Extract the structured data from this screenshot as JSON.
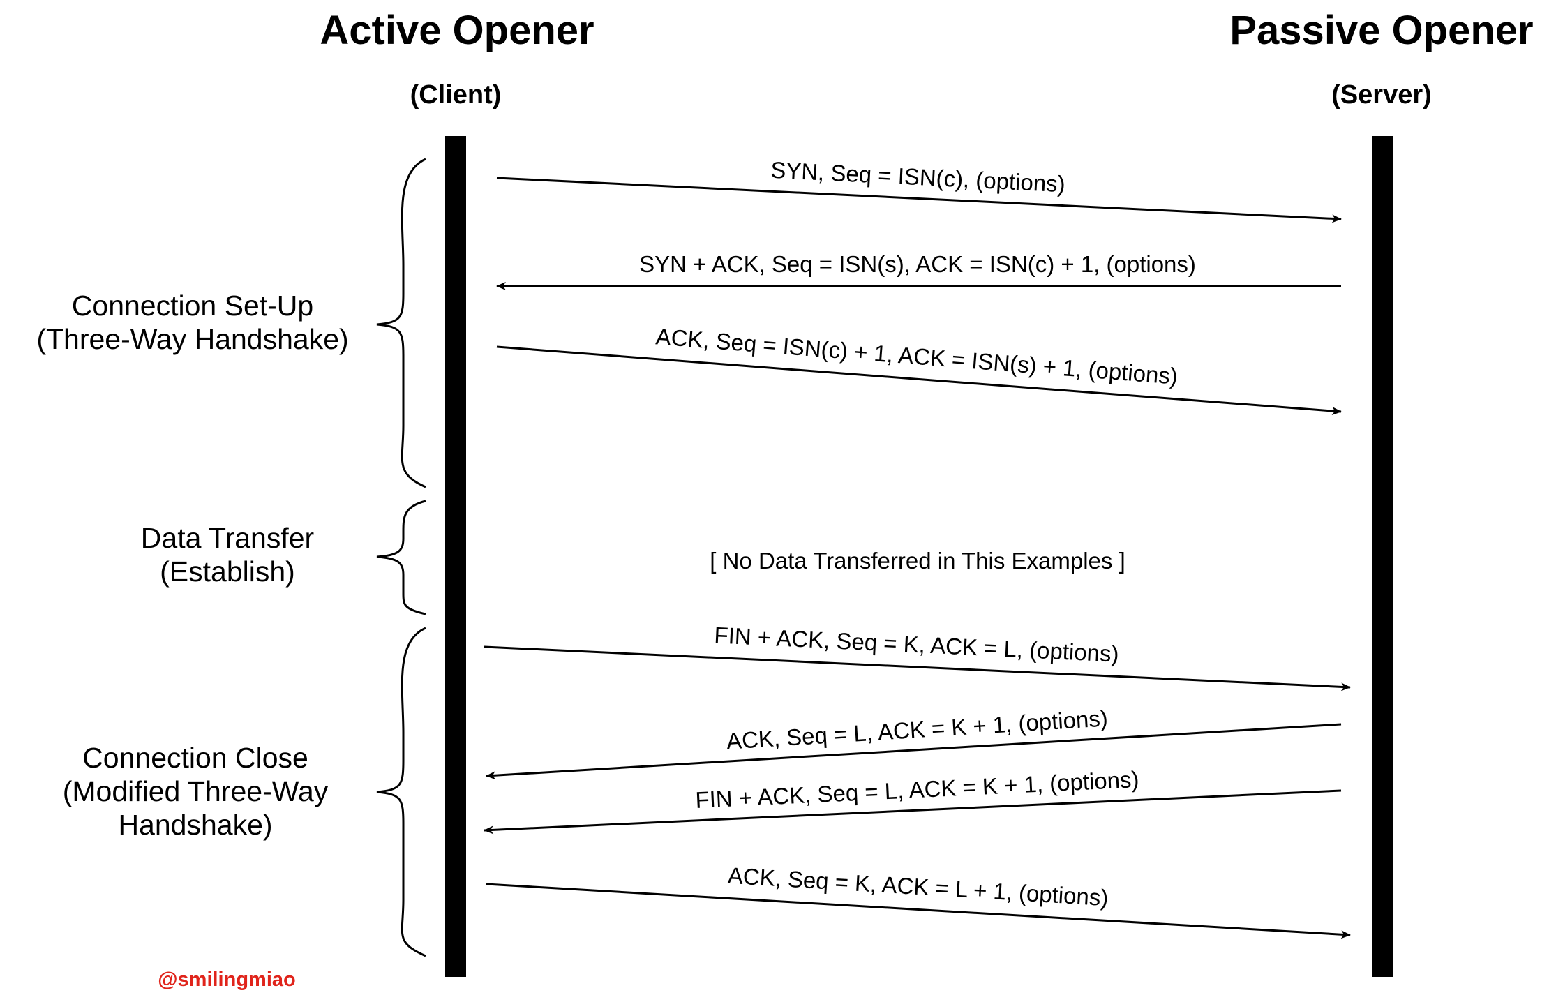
{
  "client": {
    "title": "Active Opener",
    "subtitle": "(Client)"
  },
  "server": {
    "title": "Passive Opener",
    "subtitle": "(Server)"
  },
  "phases": {
    "setup": {
      "line1": "Connection Set-Up",
      "line2": "(Three-Way Handshake)"
    },
    "transfer": {
      "line1": "Data Transfer",
      "line2": "(Establish)"
    },
    "close": {
      "line1": "Connection Close",
      "line2": "(Modified Three-Way",
      "line3": "Handshake)"
    }
  },
  "messages": {
    "syn": "SYN, Seq = ISN(c), (options)",
    "syn_ack": "SYN + ACK, Seq = ISN(s), ACK = ISN(c) + 1, (options)",
    "ack": "ACK, Seq = ISN(c) + 1, ACK = ISN(s) + 1, (options)",
    "no_data": "[ No Data Transferred in This Examples ]",
    "fin_ack_client": "FIN + ACK, Seq = K, ACK  = L, (options)",
    "ack_server": "ACK, Seq = L, ACK = K + 1, (options)",
    "fin_ack_server": "FIN + ACK, Seq = L, ACK = K + 1, (options)",
    "ack_client_final": "ACK, Seq = K, ACK = L + 1, (options)"
  },
  "credit": "@smilingmiao",
  "colors": {
    "line": "#000000",
    "credit": "#e0241b"
  }
}
